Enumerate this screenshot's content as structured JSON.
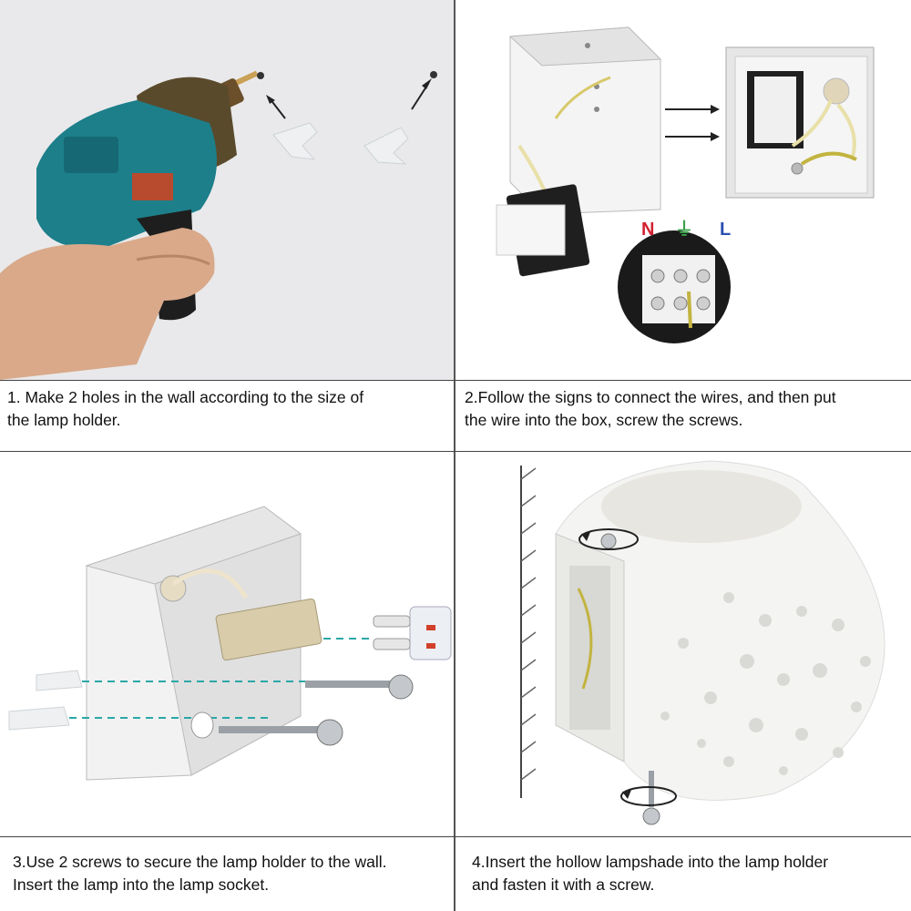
{
  "steps": [
    {
      "caption_line1": "1. Make 2 holes in the wall according to the size of",
      "caption_line2": "the lamp holder."
    },
    {
      "caption_line1": "2.Follow the signs to connect the wires, and then put",
      "caption_line2": "the wire into the box, screw the screws."
    },
    {
      "caption_line1": "3.Use 2 screws to secure the lamp holder to the wall.",
      "caption_line2": "Insert the lamp into the lamp socket."
    },
    {
      "caption_line1": "4.Insert the hollow lampshade into the lamp holder",
      "caption_line2": "and fasten it with a screw."
    }
  ],
  "wiring_labels": {
    "neutral": "N",
    "ground": "⏚",
    "live": "L"
  },
  "colors": {
    "neutral": "#d2202f",
    "ground": "#3aa04a",
    "live": "#2a4fb0",
    "drill_body": "#1d7f8a",
    "drill_grip": "#1e1e1e"
  },
  "icons": [
    "drill-icon",
    "wall-anchor-icon",
    "junction-box-icon",
    "terminal-block-icon",
    "screw-icon",
    "lamp-bulb-icon",
    "lampshade-icon",
    "rotate-arrow-icon"
  ]
}
